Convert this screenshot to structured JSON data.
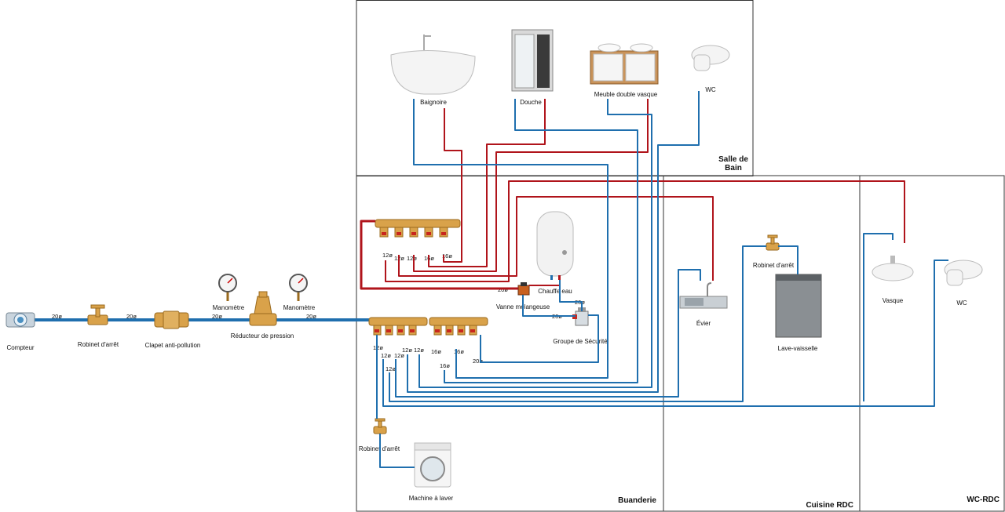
{
  "rooms": {
    "salle_de_bain": "Salle de\nBain",
    "buanderie": "Buanderie",
    "cuisine": "Cuisine RDC",
    "wc_rdc": "WC-RDC"
  },
  "equipment": {
    "compteur": "Compteur",
    "robinet_main": "Robinet d'arrêt",
    "clapet": "Clapet anti-pollution",
    "manometre_1": "Manomètre",
    "reducteur": "Réducteur de pression",
    "manometre_2": "Manomètre",
    "baignoire": "Baignoire",
    "douche": "Douche",
    "meuble": "Meuble double vasque",
    "wc_sdb": "WC",
    "chauffe_eau": "Chauffe eau",
    "vanne": "Vanne mélangeuse",
    "groupe": "Groupe de Sécurité",
    "robinet_machine": "Robinet d'arrêt",
    "machine": "Machine à laver",
    "evier": "Évier",
    "robinet_lave": "Robinet d'arrêt",
    "lave_vaisselle": "Lave-vaisselle",
    "vasque": "Vasque",
    "wc_rdc": "WC"
  },
  "pipe_labels": {
    "main_1": "20ø",
    "main_2": "20ø",
    "main_3": "20ø",
    "main_4": "20ø",
    "hot_out_1": "12ø",
    "hot_out_2": "12ø",
    "hot_out_3": "12ø",
    "hot_out_4": "16ø",
    "hot_out_5": "16ø",
    "chauffe_in": "20ø",
    "chauffe_out": "20ø",
    "vanne_out": "20ø",
    "cold_out_1": "12ø",
    "cold_out_2": "12ø",
    "cold_out_3": "12ø",
    "cold_out_4": "12ø",
    "cold_out_5": "12ø",
    "cold_out_6": "12ø",
    "cold_out_7": "16ø",
    "cold_out_8": "16ø",
    "cold_out_9": "20ø"
  },
  "colors": {
    "cold_water": "#1f6fae",
    "hot_water": "#b0141b",
    "brass": "#d9a24a"
  }
}
